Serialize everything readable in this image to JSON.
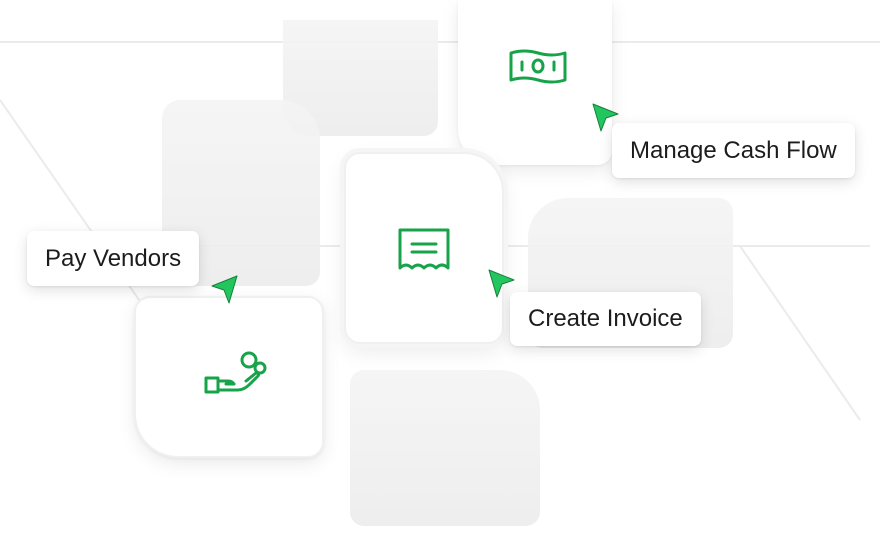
{
  "actions": {
    "manage_cash_flow": {
      "label": "Manage Cash Flow",
      "icon": "banknote-icon"
    },
    "pay_vendors": {
      "label": "Pay Vendors",
      "icon": "hand-coins-icon"
    },
    "create_invoice": {
      "label": "Create Invoice",
      "icon": "receipt-icon"
    }
  },
  "colors": {
    "accent": "#16a34a",
    "label_text": "#1c1c1c",
    "tile_dim": "#efefef"
  }
}
